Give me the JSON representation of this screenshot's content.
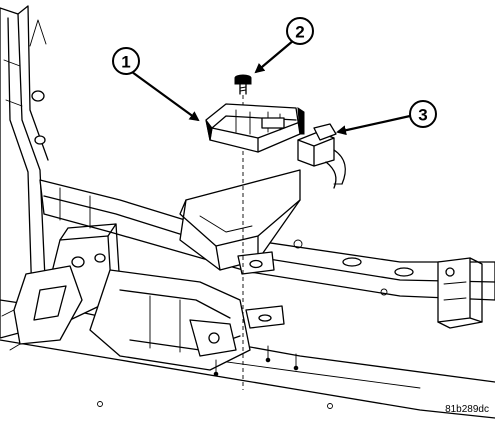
{
  "diagram": {
    "callouts": [
      {
        "label": "1"
      },
      {
        "label": "2"
      },
      {
        "label": "3"
      }
    ],
    "figure_code": "81b289dc"
  }
}
